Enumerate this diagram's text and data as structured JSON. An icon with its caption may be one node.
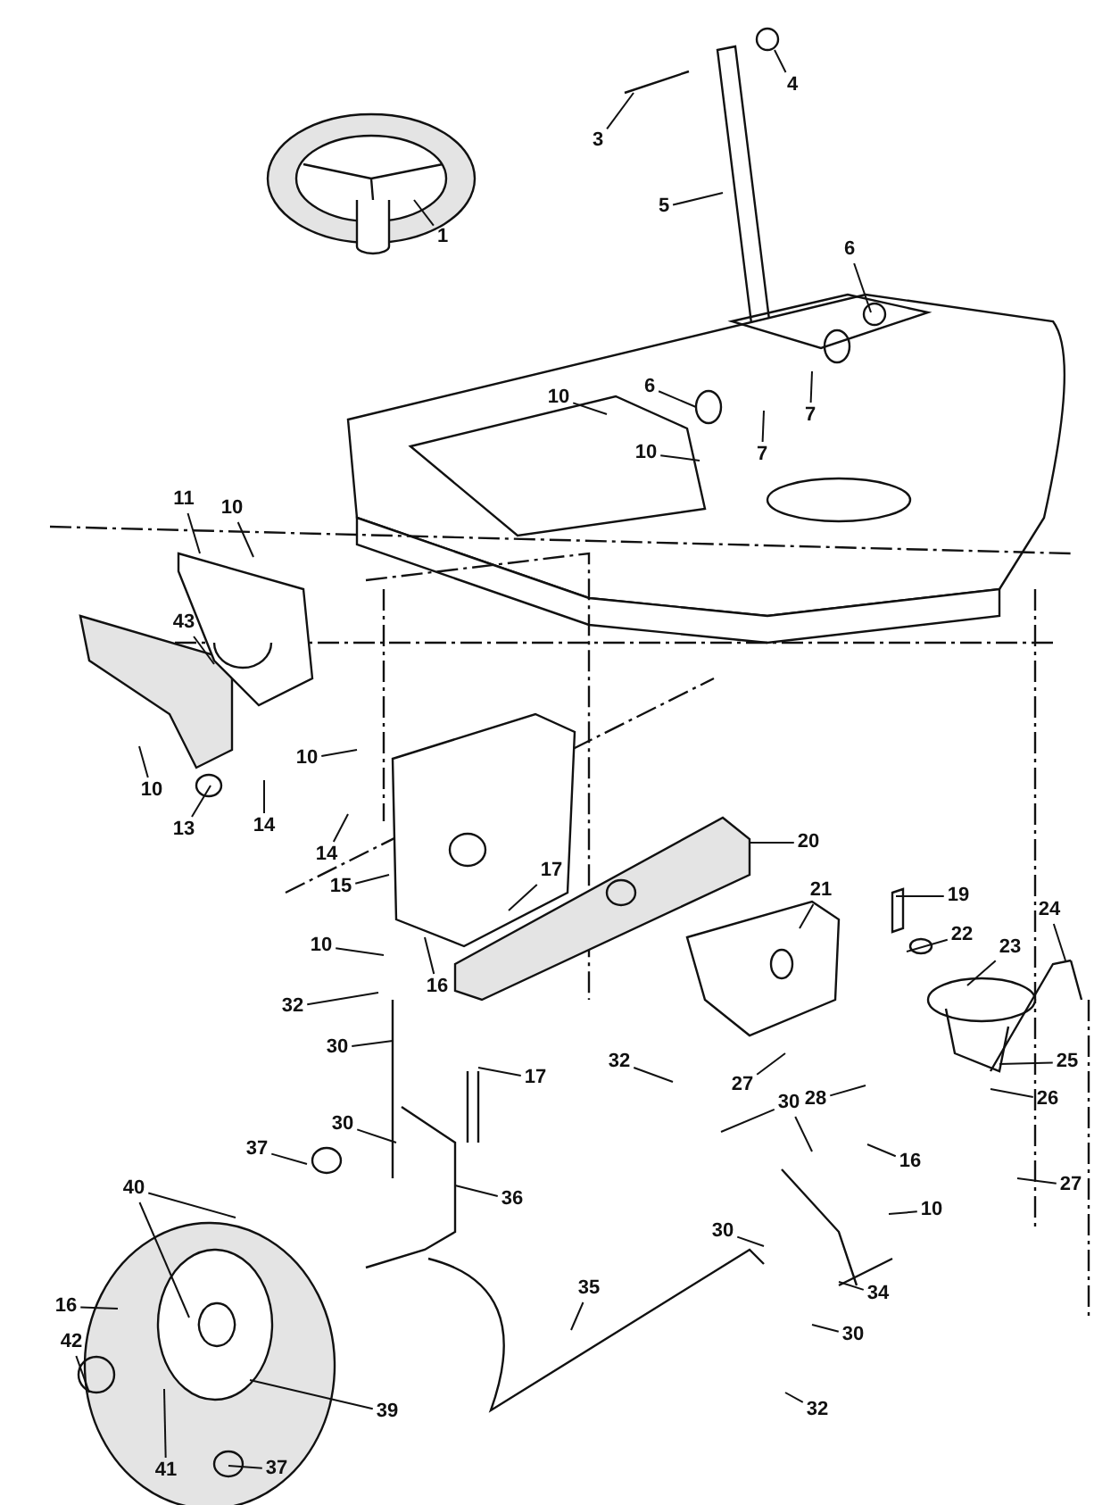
{
  "diagram": {
    "nodes": [
      {
        "text": [
          "1"
        ]
      },
      {
        "text": [
          "3"
        ]
      },
      {
        "text": [
          "4"
        ]
      },
      {
        "text": [
          "5"
        ]
      },
      {
        "text": [
          "6"
        ]
      },
      {
        "text": [
          "6"
        ]
      },
      {
        "text": [
          "7"
        ]
      },
      {
        "text": [
          "7"
        ]
      },
      {
        "text": [
          "10"
        ]
      },
      {
        "text": [
          "10"
        ]
      },
      {
        "text": [
          "11"
        ]
      },
      {
        "text": [
          "10"
        ]
      },
      {
        "text": [
          "43"
        ]
      },
      {
        "text": [
          "10"
        ]
      },
      {
        "text": [
          "13"
        ]
      },
      {
        "text": [
          "14"
        ]
      },
      {
        "text": [
          "10"
        ]
      },
      {
        "text": [
          "14"
        ]
      },
      {
        "text": [
          "15"
        ]
      },
      {
        "text": [
          "10"
        ]
      },
      {
        "text": [
          "16"
        ]
      },
      {
        "text": [
          "17"
        ]
      },
      {
        "text": [
          "32"
        ]
      },
      {
        "text": [
          "20"
        ]
      },
      {
        "text": [
          "21"
        ]
      },
      {
        "text": [
          "19"
        ]
      },
      {
        "text": [
          "22"
        ]
      },
      {
        "text": [
          "23"
        ]
      },
      {
        "text": [
          "24"
        ]
      },
      {
        "text": [
          "25"
        ]
      },
      {
        "text": [
          "26"
        ]
      },
      {
        "text": [
          "32"
        ]
      },
      {
        "text": [
          "27"
        ]
      },
      {
        "text": [
          "28"
        ]
      },
      {
        "text": [
          "30"
        ]
      },
      {
        "text": [
          "16"
        ]
      },
      {
        "text": [
          "10"
        ]
      },
      {
        "text": [
          "27"
        ]
      },
      {
        "text": [
          "30"
        ]
      },
      {
        "text": [
          "17"
        ]
      },
      {
        "text": [
          "30"
        ]
      },
      {
        "text": [
          "37"
        ]
      },
      {
        "text": [
          "36"
        ]
      },
      {
        "text": [
          "40"
        ]
      },
      {
        "text": [
          "16"
        ]
      },
      {
        "text": [
          "42"
        ]
      },
      {
        "text": [
          "39"
        ]
      },
      {
        "text": [
          "41"
        ]
      },
      {
        "text": [
          "37"
        ]
      },
      {
        "text": [
          "35"
        ]
      },
      {
        "text": [
          "30"
        ]
      },
      {
        "text": [
          "34"
        ]
      },
      {
        "text": [
          "30"
        ]
      },
      {
        "text": [
          "32"
        ]
      }
    ],
    "edges": [
      {
        "from": 0,
        "to": null,
        "arrow": "none"
      },
      {
        "from": 1,
        "to": null,
        "arrow": "none"
      },
      {
        "from": 2,
        "to": null,
        "arrow": "none"
      },
      {
        "from": 3,
        "to": null,
        "arrow": "none"
      },
      {
        "from": 4,
        "to": null,
        "arrow": "none"
      },
      {
        "from": 5,
        "to": null,
        "arrow": "none"
      },
      {
        "from": 6,
        "to": null,
        "arrow": "none"
      },
      {
        "from": 7,
        "to": null,
        "arrow": "none"
      },
      {
        "from": 8,
        "to": null,
        "arrow": "none"
      },
      {
        "from": 9,
        "to": null,
        "arrow": "none"
      },
      {
        "from": 10,
        "to": null,
        "arrow": "none"
      },
      {
        "from": 11,
        "to": null,
        "arrow": "none"
      },
      {
        "from": 12,
        "to": null,
        "arrow": "none"
      },
      {
        "from": 13,
        "to": null,
        "arrow": "none"
      },
      {
        "from": 14,
        "to": null,
        "arrow": "none"
      },
      {
        "from": 15,
        "to": null,
        "arrow": "none"
      },
      {
        "from": 16,
        "to": null,
        "arrow": "none"
      },
      {
        "from": 17,
        "to": null,
        "arrow": "none"
      },
      {
        "from": 18,
        "to": null,
        "arrow": "none"
      },
      {
        "from": 19,
        "to": null,
        "arrow": "none"
      },
      {
        "from": 20,
        "to": null,
        "arrow": "none"
      },
      {
        "from": 21,
        "to": null,
        "arrow": "none"
      },
      {
        "from": 22,
        "to": null,
        "arrow": "none"
      },
      {
        "from": 23,
        "to": null,
        "arrow": "none"
      },
      {
        "from": 24,
        "to": null,
        "arrow": "none"
      },
      {
        "from": 25,
        "to": null,
        "arrow": "none"
      },
      {
        "from": 26,
        "to": null,
        "arrow": "none"
      },
      {
        "from": 27,
        "to": null,
        "arrow": "none"
      },
      {
        "from": 28,
        "to": null,
        "arrow": "none"
      },
      {
        "from": 29,
        "to": null,
        "arrow": "none"
      },
      {
        "from": 30,
        "to": null,
        "arrow": "none"
      },
      {
        "from": 31,
        "to": null,
        "arrow": "none"
      },
      {
        "from": 32,
        "to": null,
        "arrow": "none"
      },
      {
        "from": 33,
        "to": null,
        "arrow": "none"
      },
      {
        "from": 34,
        "to": null,
        "arrow": "none"
      },
      {
        "from": 34,
        "to": null,
        "arrow": "none"
      },
      {
        "from": 35,
        "to": null,
        "arrow": "none"
      },
      {
        "from": 36,
        "to": null,
        "arrow": "none"
      },
      {
        "from": 37,
        "to": null,
        "arrow": "none"
      },
      {
        "from": 38,
        "to": null,
        "arrow": "none"
      },
      {
        "from": 39,
        "to": null,
        "arrow": "none"
      },
      {
        "from": 40,
        "to": null,
        "arrow": "none"
      },
      {
        "from": 41,
        "to": null,
        "arrow": "none"
      },
      {
        "from": 42,
        "to": null,
        "arrow": "none"
      },
      {
        "from": 43,
        "to": null,
        "arrow": "none"
      },
      {
        "from": 43,
        "to": null,
        "arrow": "none"
      },
      {
        "from": 44,
        "to": null,
        "arrow": "none"
      },
      {
        "from": 45,
        "to": null,
        "arrow": "none"
      },
      {
        "from": 46,
        "to": null,
        "arrow": "none"
      },
      {
        "from": 47,
        "to": null,
        "arrow": "none"
      },
      {
        "from": 48,
        "to": null,
        "arrow": "none"
      },
      {
        "from": 49,
        "to": null,
        "arrow": "none"
      },
      {
        "from": 50,
        "to": null,
        "arrow": "none"
      },
      {
        "from": 51,
        "to": null,
        "arrow": "none"
      },
      {
        "from": 52,
        "to": null,
        "arrow": "none"
      },
      {
        "from": 53,
        "to": null,
        "arrow": "none"
      }
    ]
  }
}
